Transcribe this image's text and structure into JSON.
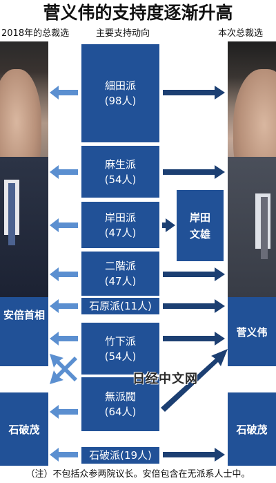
{
  "title": "菅义伟的支持度逐渐升高",
  "headers": {
    "left": "2018年的总裁选",
    "center": "主要支持动向",
    "right": "本次总裁选"
  },
  "candidates": {
    "abe": "安倍首相",
    "suga": "菅义伟",
    "ishiba_left": "石破茂",
    "ishiba_right": "石破茂",
    "kishida": [
      "岸田",
      "文雄"
    ]
  },
  "factions": [
    {
      "name": "細田派",
      "count": "(98人)",
      "left_support": "安倍首相",
      "right_support": "菅义伟"
    },
    {
      "name": "麻生派",
      "count": "(54人)",
      "left_support": "安倍首相",
      "right_support": "菅义伟"
    },
    {
      "name": "岸田派",
      "count": "(47人)",
      "left_support": "安倍首相",
      "right_support": "岸田文雄"
    },
    {
      "name": "二階派",
      "count": "(47人)",
      "left_support": "安倍首相",
      "right_support": "菅义伟"
    },
    {
      "name": "石原派(11人)",
      "count": "",
      "left_support": "安倍首相",
      "right_support": "菅义伟"
    },
    {
      "name": "竹下派",
      "count": "(54人)",
      "left_support": "安倍首相/石破茂",
      "right_support": "菅义伟"
    },
    {
      "name": "無派閥",
      "count": "(64人)",
      "left_support": "安倍首相/石破茂",
      "right_support": "菅义伟"
    },
    {
      "name": "石破派(19人)",
      "count": "",
      "left_support": "石破茂",
      "right_support": "石破茂"
    }
  ],
  "note": "（注）不包括众参两院议长。安倍包含在无派系人士中。",
  "watermark": "日经中文网",
  "colors": {
    "box_blue": "#215197",
    "arrow_light": "#5b8fd0",
    "arrow_dark": "#1c3f72"
  }
}
